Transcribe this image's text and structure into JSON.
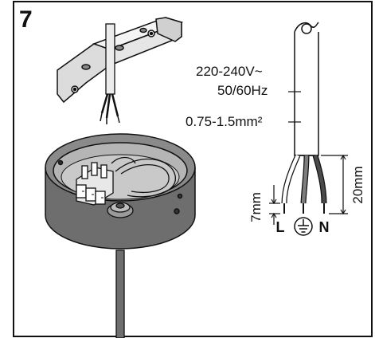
{
  "step": {
    "number": "7"
  },
  "specs": {
    "voltage": "220-240V~",
    "frequency": "50/60Hz",
    "cable_section": "0.75-1.5mm²"
  },
  "dimensions": {
    "strip_length": "7mm",
    "sheath_strip_length": "20mm"
  },
  "terminals": {
    "live": "L",
    "neutral": "N"
  },
  "icons": [
    "bracket-icon",
    "ceiling-cup-icon",
    "terminal-block-icon",
    "cable-icon",
    "earth-symbol-icon"
  ]
}
